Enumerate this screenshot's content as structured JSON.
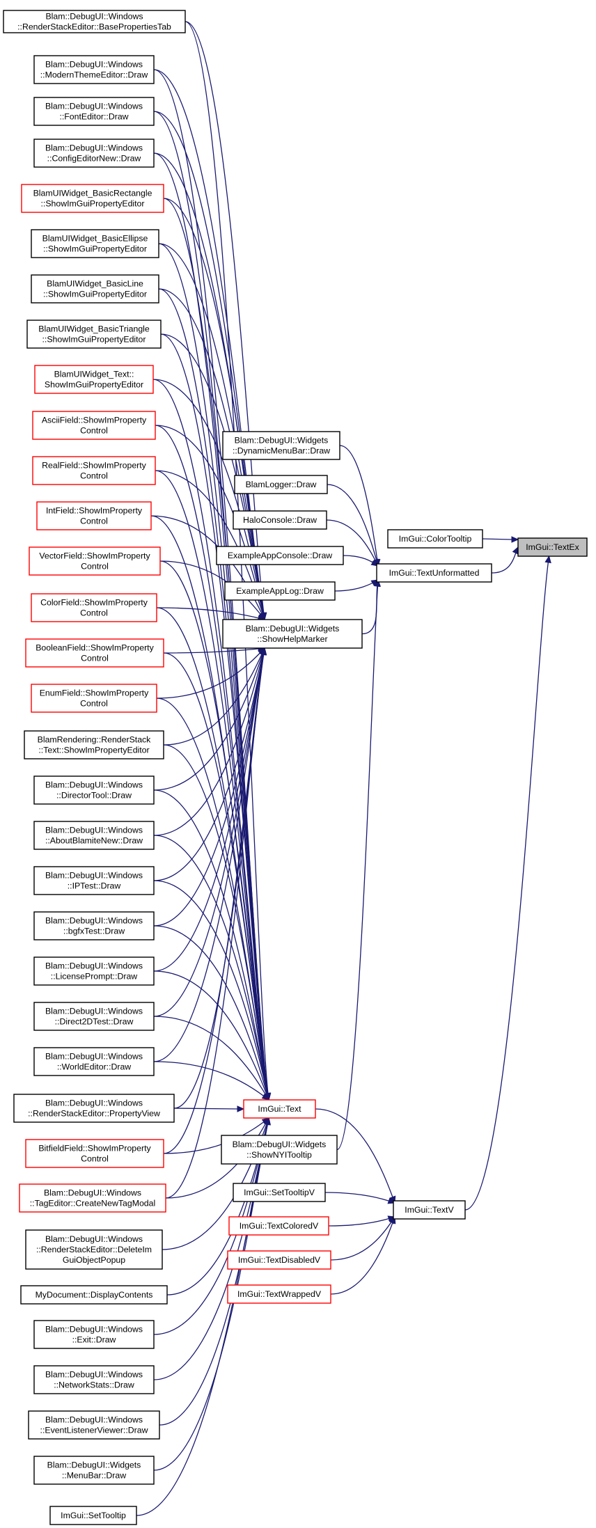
{
  "colors": {
    "edge": "#191970",
    "node_border": "#000000",
    "node_border_undocumented": "#ff0000",
    "node_fill": "#ffffff",
    "selected_fill": "#bfbfbf"
  },
  "nodes": [
    {
      "id": "imgui-textex",
      "lines": [
        "ImGui::TextEx"
      ],
      "border": "black",
      "selected": true
    },
    {
      "id": "imgui-colortooltip",
      "lines": [
        "ImGui::ColorTooltip"
      ],
      "border": "black"
    },
    {
      "id": "imgui-textunformatted",
      "lines": [
        "ImGui::TextUnformatted"
      ],
      "border": "black"
    },
    {
      "id": "imgui-textv",
      "lines": [
        "ImGui::TextV"
      ],
      "border": "black"
    },
    {
      "id": "imgui-text",
      "lines": [
        "ImGui::Text"
      ],
      "border": "red"
    },
    {
      "id": "showhelpmarker",
      "lines": [
        "Blam::DebugUI::Widgets",
        "::ShowHelpMarker"
      ],
      "border": "black"
    },
    {
      "id": "dynamicmenubar",
      "lines": [
        "Blam::DebugUI::Widgets",
        "::DynamicMenuBar::Draw"
      ],
      "border": "black"
    },
    {
      "id": "blamlogger",
      "lines": [
        "BlamLogger::Draw"
      ],
      "border": "black"
    },
    {
      "id": "haloconsole",
      "lines": [
        "HaloConsole::Draw"
      ],
      "border": "black"
    },
    {
      "id": "exampleappconsole",
      "lines": [
        "ExampleAppConsole::Draw"
      ],
      "border": "black"
    },
    {
      "id": "exampleapplog",
      "lines": [
        "ExampleAppLog::Draw"
      ],
      "border": "black"
    },
    {
      "id": "shownyitooltip",
      "lines": [
        "Blam::DebugUI::Widgets",
        "::ShowNYITooltip"
      ],
      "border": "black"
    },
    {
      "id": "settooltipv",
      "lines": [
        "ImGui::SetTooltipV"
      ],
      "border": "black"
    },
    {
      "id": "textcoloredv",
      "lines": [
        "ImGui::TextColoredV"
      ],
      "border": "red"
    },
    {
      "id": "textdisabledv",
      "lines": [
        "ImGui::TextDisabledV"
      ],
      "border": "red"
    },
    {
      "id": "textwrappedv",
      "lines": [
        "ImGui::TextWrappedV"
      ],
      "border": "red"
    },
    {
      "id": "basepropertiestab",
      "lines": [
        "Blam::DebugUI::Windows",
        "::RenderStackEditor::BasePropertiesTab"
      ],
      "border": "black"
    },
    {
      "id": "modernthemeeditor",
      "lines": [
        "Blam::DebugUI::Windows",
        "::ModernThemeEditor::Draw"
      ],
      "border": "black"
    },
    {
      "id": "fonteditor",
      "lines": [
        "Blam::DebugUI::Windows",
        "::FontEditor::Draw"
      ],
      "border": "black"
    },
    {
      "id": "configeditornew",
      "lines": [
        "Blam::DebugUI::Windows",
        "::ConfigEditorNew::Draw"
      ],
      "border": "black"
    },
    {
      "id": "basicrectangle",
      "lines": [
        "BlamUIWidget_BasicRectangle",
        "::ShowImGuiPropertyEditor"
      ],
      "border": "red"
    },
    {
      "id": "basicellipse",
      "lines": [
        "BlamUIWidget_BasicEllipse",
        "::ShowImGuiPropertyEditor"
      ],
      "border": "black"
    },
    {
      "id": "basicline",
      "lines": [
        "BlamUIWidget_BasicLine",
        "::ShowImGuiPropertyEditor"
      ],
      "border": "black"
    },
    {
      "id": "basictriangle",
      "lines": [
        "BlamUIWidget_BasicTriangle",
        "::ShowImGuiPropertyEditor"
      ],
      "border": "black"
    },
    {
      "id": "widgettext",
      "lines": [
        "BlamUIWidget_Text::",
        "ShowImGuiPropertyEditor"
      ],
      "border": "red"
    },
    {
      "id": "asciifield",
      "lines": [
        "AsciiField::ShowImProperty",
        "Control"
      ],
      "border": "red"
    },
    {
      "id": "realfield",
      "lines": [
        "RealField::ShowImProperty",
        "Control"
      ],
      "border": "red"
    },
    {
      "id": "intfield",
      "lines": [
        "IntField::ShowImProperty",
        "Control"
      ],
      "border": "red"
    },
    {
      "id": "vectorfield",
      "lines": [
        "VectorField::ShowImProperty",
        "Control"
      ],
      "border": "red"
    },
    {
      "id": "colorfield",
      "lines": [
        "ColorField::ShowImProperty",
        "Control"
      ],
      "border": "red"
    },
    {
      "id": "booleanfield",
      "lines": [
        "BooleanField::ShowImProperty",
        "Control"
      ],
      "border": "red"
    },
    {
      "id": "enumfield",
      "lines": [
        "EnumField::ShowImProperty",
        "Control"
      ],
      "border": "red"
    },
    {
      "id": "renderstacktext",
      "lines": [
        "BlamRendering::RenderStack",
        "::Text::ShowImPropertyEditor"
      ],
      "border": "black"
    },
    {
      "id": "directortool",
      "lines": [
        "Blam::DebugUI::Windows",
        "::DirectorTool::Draw"
      ],
      "border": "black"
    },
    {
      "id": "aboutblamitenew",
      "lines": [
        "Blam::DebugUI::Windows",
        "::AboutBlamiteNew::Draw"
      ],
      "border": "black"
    },
    {
      "id": "iptest",
      "lines": [
        "Blam::DebugUI::Windows",
        "::IPTest::Draw"
      ],
      "border": "black"
    },
    {
      "id": "bgfxtest",
      "lines": [
        "Blam::DebugUI::Windows",
        "::bgfxTest::Draw"
      ],
      "border": "black"
    },
    {
      "id": "licenseprompt",
      "lines": [
        "Blam::DebugUI::Windows",
        "::LicensePrompt::Draw"
      ],
      "border": "black"
    },
    {
      "id": "direct2dtest",
      "lines": [
        "Blam::DebugUI::Windows",
        "::Direct2DTest::Draw"
      ],
      "border": "black"
    },
    {
      "id": "worldeditor",
      "lines": [
        "Blam::DebugUI::Windows",
        "::WorldEditor::Draw"
      ],
      "border": "black"
    },
    {
      "id": "propertyview",
      "lines": [
        "Blam::DebugUI::Windows",
        "::RenderStackEditor::PropertyView"
      ],
      "border": "black"
    },
    {
      "id": "bitfieldfield",
      "lines": [
        "BitfieldField::ShowImProperty",
        "Control"
      ],
      "border": "red"
    },
    {
      "id": "createnewtagmodal",
      "lines": [
        "Blam::DebugUI::Windows",
        "::TagEditor::CreateNewTagModal"
      ],
      "border": "red"
    },
    {
      "id": "deleteimguiobjectpopup",
      "lines": [
        "Blam::DebugUI::Windows",
        "::RenderStackEditor::DeleteIm",
        "GuiObjectPopup"
      ],
      "border": "black"
    },
    {
      "id": "mydocument",
      "lines": [
        "MyDocument::DisplayContents"
      ],
      "border": "black"
    },
    {
      "id": "exitdraw",
      "lines": [
        "Blam::DebugUI::Windows",
        "::Exit::Draw"
      ],
      "border": "black"
    },
    {
      "id": "networkstats",
      "lines": [
        "Blam::DebugUI::Windows",
        "::NetworkStats::Draw"
      ],
      "border": "black"
    },
    {
      "id": "eventlistenerviewer",
      "lines": [
        "Blam::DebugUI::Windows",
        "::EventListenerViewer::Draw"
      ],
      "border": "black"
    },
    {
      "id": "menubar",
      "lines": [
        "Blam::DebugUI::Widgets",
        "::MenuBar::Draw"
      ],
      "border": "black"
    },
    {
      "id": "settooltip",
      "lines": [
        "ImGui::SetTooltip"
      ],
      "border": "black"
    }
  ],
  "edges": [
    {
      "from": "imgui-colortooltip",
      "to": "imgui-textex"
    },
    {
      "from": "imgui-textunformatted",
      "to": "imgui-textex"
    },
    {
      "from": "imgui-textv",
      "to": "imgui-textex"
    },
    {
      "from": "dynamicmenubar",
      "to": "imgui-textunformatted"
    },
    {
      "from": "blamlogger",
      "to": "imgui-textunformatted"
    },
    {
      "from": "haloconsole",
      "to": "imgui-textunformatted"
    },
    {
      "from": "exampleappconsole",
      "to": "imgui-textunformatted"
    },
    {
      "from": "exampleapplog",
      "to": "imgui-textunformatted"
    },
    {
      "from": "showhelpmarker",
      "to": "imgui-textunformatted"
    },
    {
      "from": "shownyitooltip",
      "to": "imgui-textunformatted"
    },
    {
      "from": "imgui-text",
      "to": "imgui-textv"
    },
    {
      "from": "settooltipv",
      "to": "imgui-textv"
    },
    {
      "from": "textcoloredv",
      "to": "imgui-textv"
    },
    {
      "from": "textdisabledv",
      "to": "imgui-textv"
    },
    {
      "from": "textwrappedv",
      "to": "imgui-textv"
    },
    {
      "from": "basepropertiestab",
      "to": "showhelpmarker"
    },
    {
      "from": "modernthemeeditor",
      "to": "showhelpmarker"
    },
    {
      "from": "fonteditor",
      "to": "showhelpmarker"
    },
    {
      "from": "configeditornew",
      "to": "showhelpmarker"
    },
    {
      "from": "basicrectangle",
      "to": "showhelpmarker"
    },
    {
      "from": "basicellipse",
      "to": "showhelpmarker"
    },
    {
      "from": "basicline",
      "to": "showhelpmarker"
    },
    {
      "from": "basictriangle",
      "to": "showhelpmarker"
    },
    {
      "from": "widgettext",
      "to": "showhelpmarker"
    },
    {
      "from": "asciifield",
      "to": "showhelpmarker"
    },
    {
      "from": "realfield",
      "to": "showhelpmarker"
    },
    {
      "from": "intfield",
      "to": "showhelpmarker"
    },
    {
      "from": "vectorfield",
      "to": "showhelpmarker"
    },
    {
      "from": "colorfield",
      "to": "showhelpmarker"
    },
    {
      "from": "booleanfield",
      "to": "showhelpmarker"
    },
    {
      "from": "enumfield",
      "to": "showhelpmarker"
    },
    {
      "from": "renderstacktext",
      "to": "showhelpmarker"
    },
    {
      "from": "directortool",
      "to": "showhelpmarker"
    },
    {
      "from": "aboutblamitenew",
      "to": "showhelpmarker"
    },
    {
      "from": "iptest",
      "to": "showhelpmarker"
    },
    {
      "from": "bgfxtest",
      "to": "showhelpmarker"
    },
    {
      "from": "licenseprompt",
      "to": "showhelpmarker"
    },
    {
      "from": "direct2dtest",
      "to": "showhelpmarker"
    },
    {
      "from": "worldeditor",
      "to": "showhelpmarker"
    },
    {
      "from": "propertyview",
      "to": "showhelpmarker"
    },
    {
      "from": "bitfieldfield",
      "to": "showhelpmarker"
    },
    {
      "from": "createnewtagmodal",
      "to": "showhelpmarker"
    },
    {
      "from": "basepropertiestab",
      "to": "imgui-text"
    },
    {
      "from": "modernthemeeditor",
      "to": "imgui-text"
    },
    {
      "from": "fonteditor",
      "to": "imgui-text"
    },
    {
      "from": "configeditornew",
      "to": "imgui-text"
    },
    {
      "from": "basicrectangle",
      "to": "imgui-text"
    },
    {
      "from": "basicellipse",
      "to": "imgui-text"
    },
    {
      "from": "basicline",
      "to": "imgui-text"
    },
    {
      "from": "basictriangle",
      "to": "imgui-text"
    },
    {
      "from": "widgettext",
      "to": "imgui-text"
    },
    {
      "from": "asciifield",
      "to": "imgui-text"
    },
    {
      "from": "realfield",
      "to": "imgui-text"
    },
    {
      "from": "intfield",
      "to": "imgui-text"
    },
    {
      "from": "vectorfield",
      "to": "imgui-text"
    },
    {
      "from": "colorfield",
      "to": "imgui-text"
    },
    {
      "from": "booleanfield",
      "to": "imgui-text"
    },
    {
      "from": "enumfield",
      "to": "imgui-text"
    },
    {
      "from": "renderstacktext",
      "to": "imgui-text"
    },
    {
      "from": "directortool",
      "to": "imgui-text"
    },
    {
      "from": "aboutblamitenew",
      "to": "imgui-text"
    },
    {
      "from": "iptest",
      "to": "imgui-text"
    },
    {
      "from": "bgfxtest",
      "to": "imgui-text"
    },
    {
      "from": "licenseprompt",
      "to": "imgui-text"
    },
    {
      "from": "direct2dtest",
      "to": "imgui-text"
    },
    {
      "from": "worldeditor",
      "to": "imgui-text"
    },
    {
      "from": "propertyview",
      "to": "imgui-text"
    },
    {
      "from": "bitfieldfield",
      "to": "imgui-text"
    },
    {
      "from": "createnewtagmodal",
      "to": "imgui-text"
    },
    {
      "from": "deleteimguiobjectpopup",
      "to": "imgui-text"
    },
    {
      "from": "mydocument",
      "to": "imgui-text"
    },
    {
      "from": "exitdraw",
      "to": "imgui-text"
    },
    {
      "from": "networkstats",
      "to": "imgui-text"
    },
    {
      "from": "eventlistenerviewer",
      "to": "imgui-text"
    },
    {
      "from": "menubar",
      "to": "imgui-text"
    },
    {
      "from": "settooltip",
      "to": "imgui-text"
    }
  ]
}
